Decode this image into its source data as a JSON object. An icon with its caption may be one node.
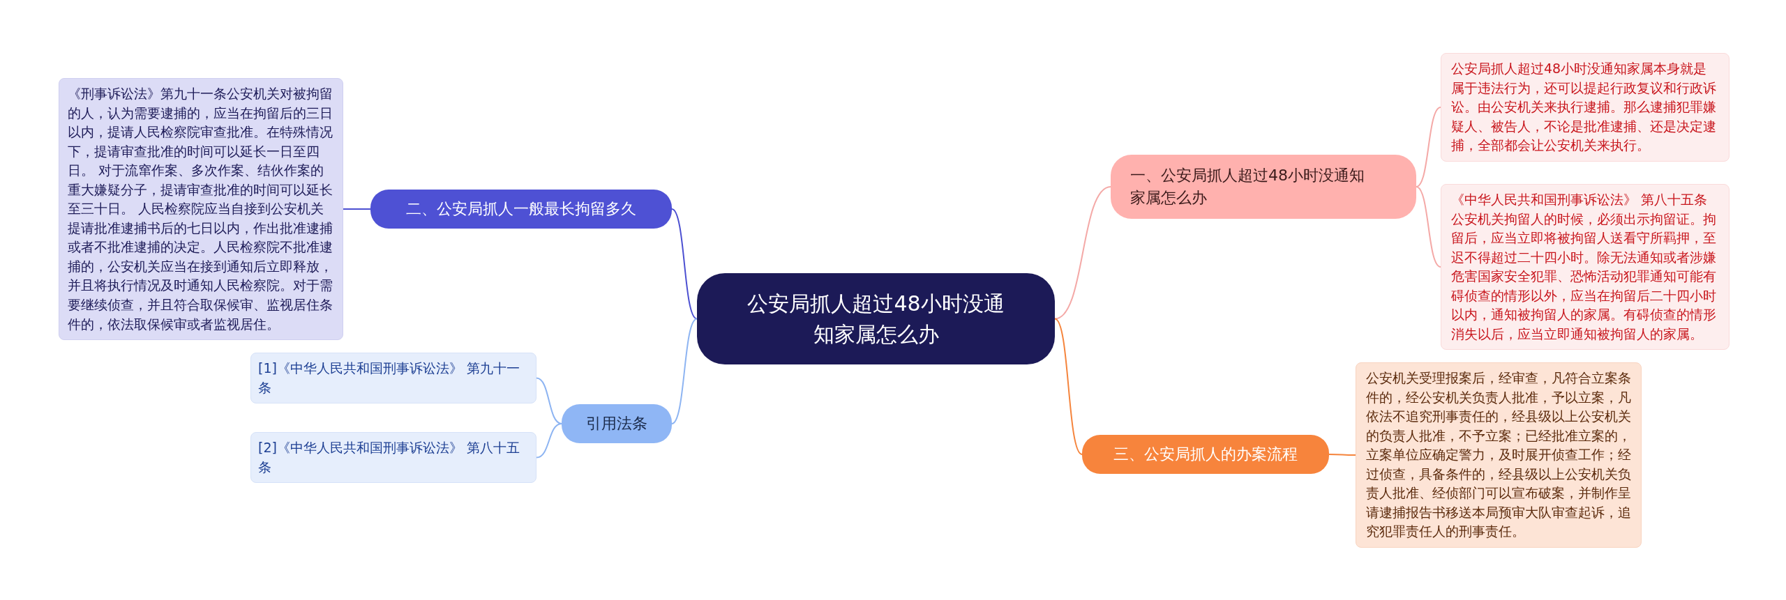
{
  "diagram": {
    "nodes": [
      {
        "text": [
          "公安局抓人超过48小时没通知家属怎么办"
        ]
      },
      {
        "text": [
          "一、公安局抓人超过48小时没通知家属怎么办"
        ]
      },
      {
        "text": [
          "公安局抓人超过48小时没通知家属本身就是属于违法行为，还可以提起行政复议和行政诉讼。由公安机关来执行逮捕。那么逮捕犯罪嫌疑人、被告人，不论是批准逮捕、还是决定逮捕，全部都会让公安机关来执行。"
        ]
      },
      {
        "text": [
          "《中华人民共和国刑事诉讼法》 第八十五条公安机关拘留人的时候，必须出示拘留证。拘留后，应当立即将被拘留人送看守所羁押，至迟不得超过二十四小时。除无法通知或者涉嫌危害国家安全犯罪、恐怖活动犯罪通知可能有碍侦查的情形以外，应当在拘留后二十四小时以内，通知被拘留人的家属。有碍侦查的情形消失以后，应当立即通知被拘留人的家属。"
        ]
      },
      {
        "text": [
          "二、公安局抓人一般最长拘留多久"
        ]
      },
      {
        "text": [
          "《刑事诉讼法》第九十一条公安机关对被拘留的人，认为需要逮捕的，应当在拘留后的三日以内，提请人民检察院审查批准。在特殊情况下，提请审查批准的时间可以延长一日至四日。 对于流窜作案、多次作案、结伙作案的重大嫌疑分子，提请审查批准的时间可以延长至三十日。 人民检察院应当自接到公安机关提请批准逮捕书后的七日以内，作出批准逮捕或者不批准逮捕的决定。人民检察院不批准逮捕的，公安机关应当在接到通知后立即释放，并且将执行情况及时通知人民检察院。对于需要继续侦查，并且符合取保候审、监视居住条件的，依法取保候审或者监视居住。"
        ]
      },
      {
        "text": [
          "三、公安局抓人的办案流程"
        ]
      },
      {
        "text": [
          "公安机关受理报案后，经审查，凡符合立案条件的，经公安机关负责人批准，予以立案，凡依法不追究刑事责任的，经县级以上公安机关的负责人批准，不予立案；已经批准立案的，立案单位应确定警力，及时展开侦查工作；经过侦查，具备条件的，经县级以上公安机关负责人批准、经侦部门可以宣布破案，并制作呈请逮捕报告书移送本局预审大队审查起诉，追究犯罪责任人的刑事责任。"
        ]
      },
      {
        "text": [
          "引用法条"
        ]
      },
      {
        "text": [
          "[1]《中华人民共和国刑事诉讼法》 第九十一条"
        ]
      },
      {
        "text": [
          "[2]《中华人民共和国刑事诉讼法》 第八十五条"
        ]
      }
    ],
    "edges": [
      {
        "from": 0,
        "to": 1,
        "arrow": "none",
        "color": "#f4a9a7"
      },
      {
        "from": 1,
        "to": 2,
        "arrow": "none",
        "color": "#f4a9a7"
      },
      {
        "from": 1,
        "to": 3,
        "arrow": "none",
        "color": "#f4a9a7"
      },
      {
        "from": 0,
        "to": 4,
        "arrow": "none",
        "color": "#4b4fd1"
      },
      {
        "from": 4,
        "to": 5,
        "arrow": "none",
        "color": "#4b4fd1"
      },
      {
        "from": 0,
        "to": 6,
        "arrow": "none",
        "color": "#f5843c"
      },
      {
        "from": 6,
        "to": 7,
        "arrow": "none",
        "color": "#f5843c"
      },
      {
        "from": 0,
        "to": 8,
        "arrow": "none",
        "color": "#8db4f2"
      },
      {
        "from": 8,
        "to": 9,
        "arrow": "none",
        "color": "#8db4f2"
      },
      {
        "from": 8,
        "to": 10,
        "arrow": "none",
        "color": "#8db4f2"
      }
    ]
  }
}
